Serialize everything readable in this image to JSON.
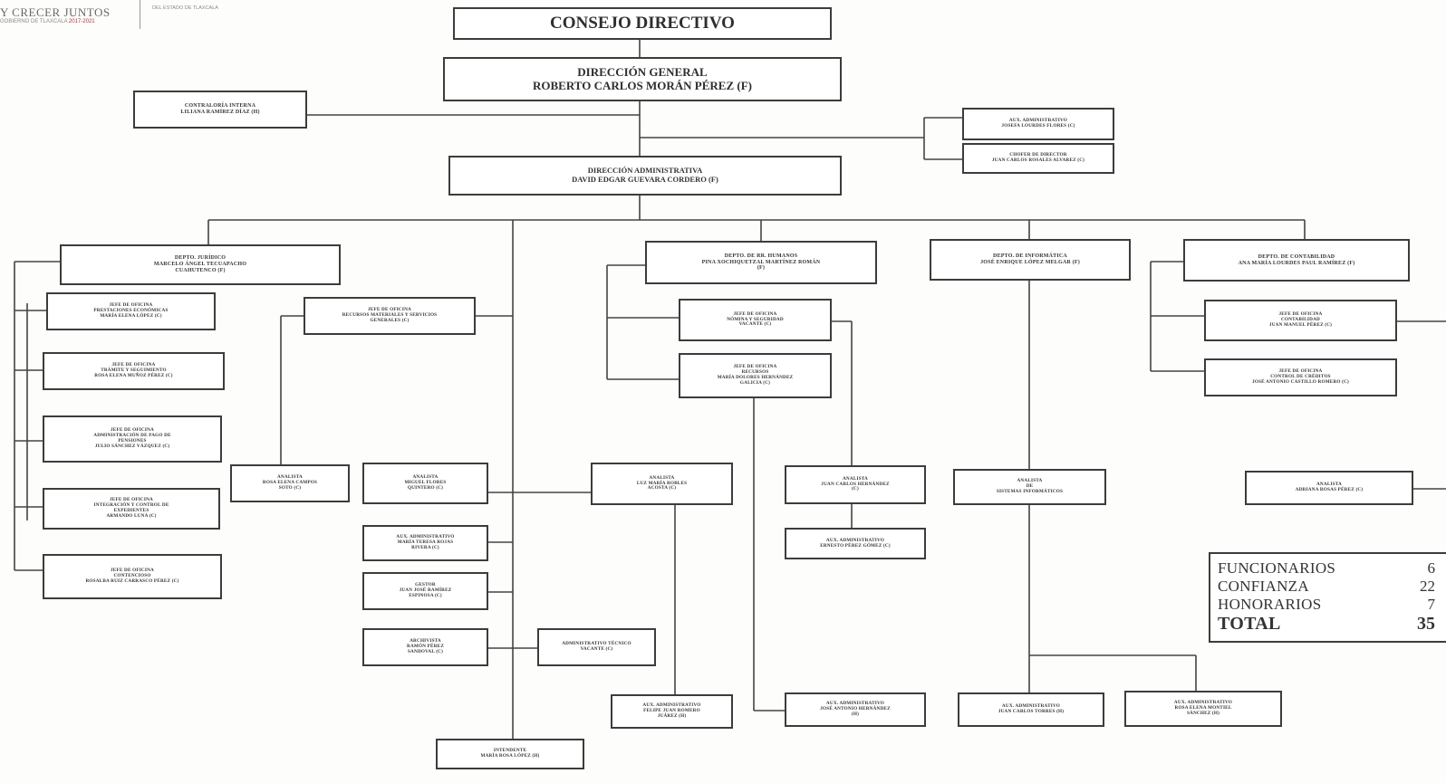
{
  "header": {
    "slogan": "Y CRECER JUNTOS",
    "government": "GOBIERNO DE TLAXCALA",
    "government_years": "2017-2021",
    "entity": "DEL ESTADO DE TLAXCALA"
  },
  "nodes": {
    "consejo": [
      "CONSEJO DIRECTIVO"
    ],
    "direccion_general": [
      "DIRECCIÓN GENERAL",
      "ROBERTO CARLOS MORÁN PÉREZ (F)"
    ],
    "contraloria": [
      "CONTRALORÍA INTERNA",
      "LILIANA RAMÍREZ DÍAZ (H)"
    ],
    "aux_admin_dg": [
      "AUX. ADMINISTRATIVO",
      "JOSEFA LOURDES FLORES (C)"
    ],
    "chofer_dg": [
      "CHOFER DE DIRECTOR",
      "JUAN CARLOS ROSALES ALVAREZ (C)"
    ],
    "direccion_admin": [
      "DIRECCIÓN ADMINISTRATIVA",
      "DAVID EDGAR GUEVARA CORDERO (F)"
    ],
    "depto_juridico": [
      "DEPTO. JURÍDICO",
      "MARCELO ÁNGEL TECUAPACHO",
      "CUAHUTENCO (F)"
    ],
    "jur_1": [
      "JEFE DE OFICINA",
      "PRESTACIONES ECONÓMICAS",
      "MARÍA ELENA LÓPEZ (C)"
    ],
    "jur_2": [
      "JEFE DE OFICINA",
      "TRÁMITE Y SEGUIMIENTO",
      "ROSA ELENA MUÑOZ PÉREZ (C)"
    ],
    "jur_3": [
      "JEFE DE OFICINA",
      "ADMINISTRACIÓN DE PAGO DE",
      "PENSIONES",
      "JULIO SÁNCHEZ VÁZQUEZ (C)"
    ],
    "jur_4": [
      "JEFE DE OFICINA",
      "INTEGRACIÓN Y CONTROL DE",
      "EXPEDIENTES",
      "ARMANDO LUNA (C)"
    ],
    "jur_5": [
      "JEFE DE OFICINA",
      "CONTENCIOSO",
      "ROSALBA RUIZ CARRASCO PÉREZ (C)"
    ],
    "jefe_recursos": [
      "JEFE DE OFICINA",
      "RECURSOS MATERIALES Y SERVICIOS",
      "GENERALES (C)"
    ],
    "analista_1": [
      "ANALISTA",
      "ROSA ELENA CAMPOS",
      "SOTO (C)"
    ],
    "analista_2": [
      "ANALISTA",
      "MIGUEL FLORES",
      "QUINTERO (C)"
    ],
    "aux_admin_2": [
      "AUX. ADMINISTRATIVO",
      "MARÍA TERESA ROJAS",
      "RIVERA (C)"
    ],
    "gestor": [
      "GESTOR",
      "JUAN JOSÉ RAMÍREZ",
      "ESPINOSA (C)"
    ],
    "archivista": [
      "ARCHIVISTA",
      "RAMÓN PÉREZ",
      "SANDOVAL (C)"
    ],
    "admin_tecnico": [
      "ADMINISTRATIVO TÉCNICO",
      "VACANTE (C)"
    ],
    "intendente": [
      "INTENDENTE",
      "MARÍA ROSA LÓPEZ (H)"
    ],
    "analista_3": [
      "ANALISTA",
      "LUZ MARÍA ROBLES",
      "ACOSTA (C)"
    ],
    "aux_admin_3": [
      "AUX. ADMINISTRATIVO",
      "FELIPE JUAN ROMERO",
      "JUÁREZ (H)"
    ],
    "depto_rh": [
      "DEPTO. DE RR. HUMANOS",
      "PINA XOCHIQUETZAL MARTÍNEZ ROMÁN",
      "(F)"
    ],
    "rh_1": [
      "JEFE DE OFICINA",
      "NÓMINA Y SEGURIDAD",
      "VACANTE (C)"
    ],
    "rh_2": [
      "JEFE DE OFICINA",
      "RECURSOS",
      "MARÍA DOLORES HERNÁNDEZ",
      "GALICIA (C)"
    ],
    "analista_4": [
      "ANALISTA",
      "JUAN CARLOS HERNÁNDEZ",
      "(C)"
    ],
    "aux_admin_4": [
      "AUX. ADMINISTRATIVO",
      "ERNESTO PÉREZ GÓMEZ (C)"
    ],
    "aux_admin_5": [
      "AUX. ADMINISTRATIVO",
      "JOSÉ ANTONIO HERNÁNDEZ",
      "(H)"
    ],
    "depto_informatica": [
      "DEPTO. DE INFORMÁTICA",
      "JOSÉ ENRIQUE LÓPEZ MELGAR (F)"
    ],
    "analista_5": [
      "ANALISTA",
      "DE",
      "SISTEMAS INFORMÁTICOS"
    ],
    "aux_admin_6": [
      "AUX. ADMINISTRATIVO",
      "JUAN CARLOS TORRES (H)"
    ],
    "aux_admin_7": [
      "AUX. ADMINISTRATIVO",
      "ROSA ELENA MONTIEL",
      "SÁNCHEZ (H)"
    ],
    "depto_contabilidad": [
      "DEPTO. DE CONTABILIDAD",
      "ANA MARÍA LOURDES PAUL RAMÍREZ (F)"
    ],
    "cont_1": [
      "JEFE DE OFICINA",
      "CONTABILIDAD",
      "JUAN MANUEL PÉREZ (C)"
    ],
    "cont_2": [
      "JEFE DE OFICINA",
      "CONTROL DE CRÉDITOS",
      "JOSÉ ANTONIO CASTILLO ROMERO (C)"
    ],
    "analista_6": [
      "ANALISTA",
      "ADRIANA ROSAS PÉREZ (C)"
    ]
  },
  "totals": [
    {
      "label": "FUNCIONARIOS",
      "value": "6"
    },
    {
      "label": "CONFIANZA",
      "value": "22"
    },
    {
      "label": "HONORARIOS",
      "value": "7"
    },
    {
      "label": "TOTAL",
      "value": "35"
    }
  ]
}
